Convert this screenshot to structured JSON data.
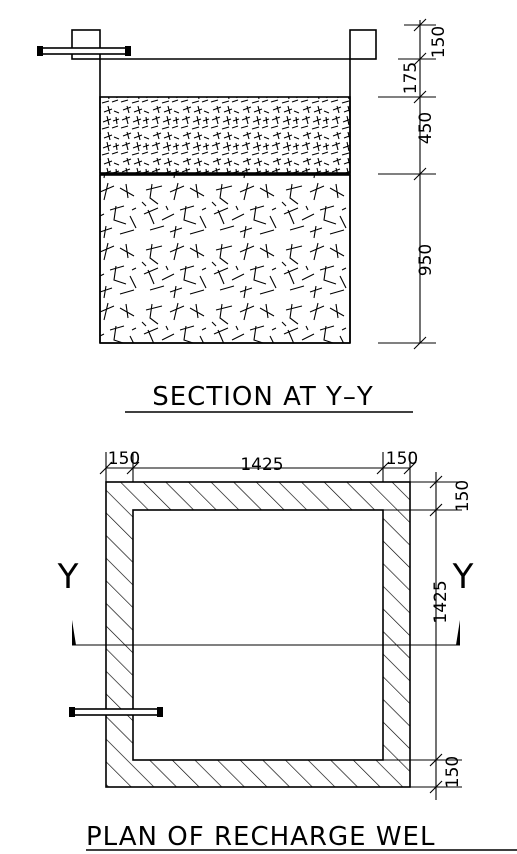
{
  "section": {
    "title": "SECTION AT Y–Y",
    "dims_vertical": [
      "150",
      "175",
      "450",
      "950"
    ]
  },
  "plan": {
    "title": "PLAN OF RECHARGE WEL",
    "dims_top": [
      "150",
      "1425",
      "150"
    ],
    "dims_right": [
      "150",
      "1425",
      "150"
    ],
    "cut_label_left": "Y",
    "cut_label_right": "Y"
  }
}
